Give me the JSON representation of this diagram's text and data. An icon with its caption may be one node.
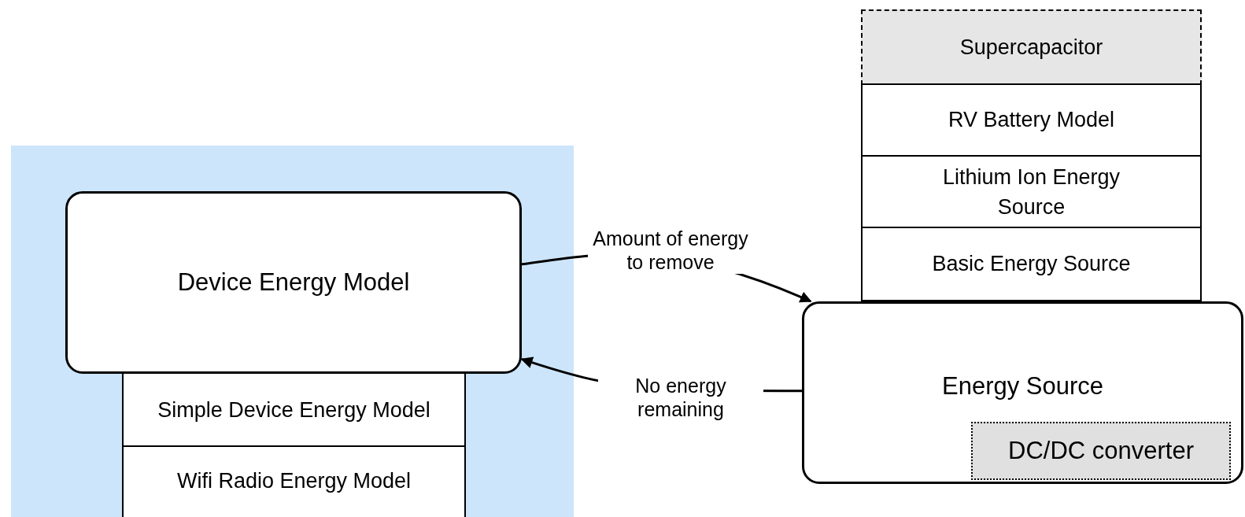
{
  "diagram": {
    "nodes": [
      {
        "text": [],
        "shape": "box"
      },
      {
        "text": [
          "Device Energy Model"
        ],
        "in": 0
      },
      {
        "text": [
          "Simple Device Energy Model"
        ],
        "in": 0
      },
      {
        "text": [
          "Wifi Radio Energy Model"
        ],
        "in": 0
      },
      {
        "text": [
          "Supercapacitor"
        ]
      },
      {
        "text": [
          "RV Battery Model"
        ]
      },
      {
        "text": [
          "Lithium Ion Energy Source"
        ]
      },
      {
        "text": [
          "Basic Energy Source"
        ]
      },
      {
        "text": [
          "Energy Source"
        ]
      },
      {
        "text": [
          "DC/DC converter"
        ],
        "in": 8
      }
    ],
    "edges": [
      {
        "from": 1,
        "to": 8,
        "arrow": "to",
        "label": "Amount of energy to remove"
      },
      {
        "from": 8,
        "to": 1,
        "arrow": "to",
        "label": "No energy remaining"
      }
    ]
  }
}
